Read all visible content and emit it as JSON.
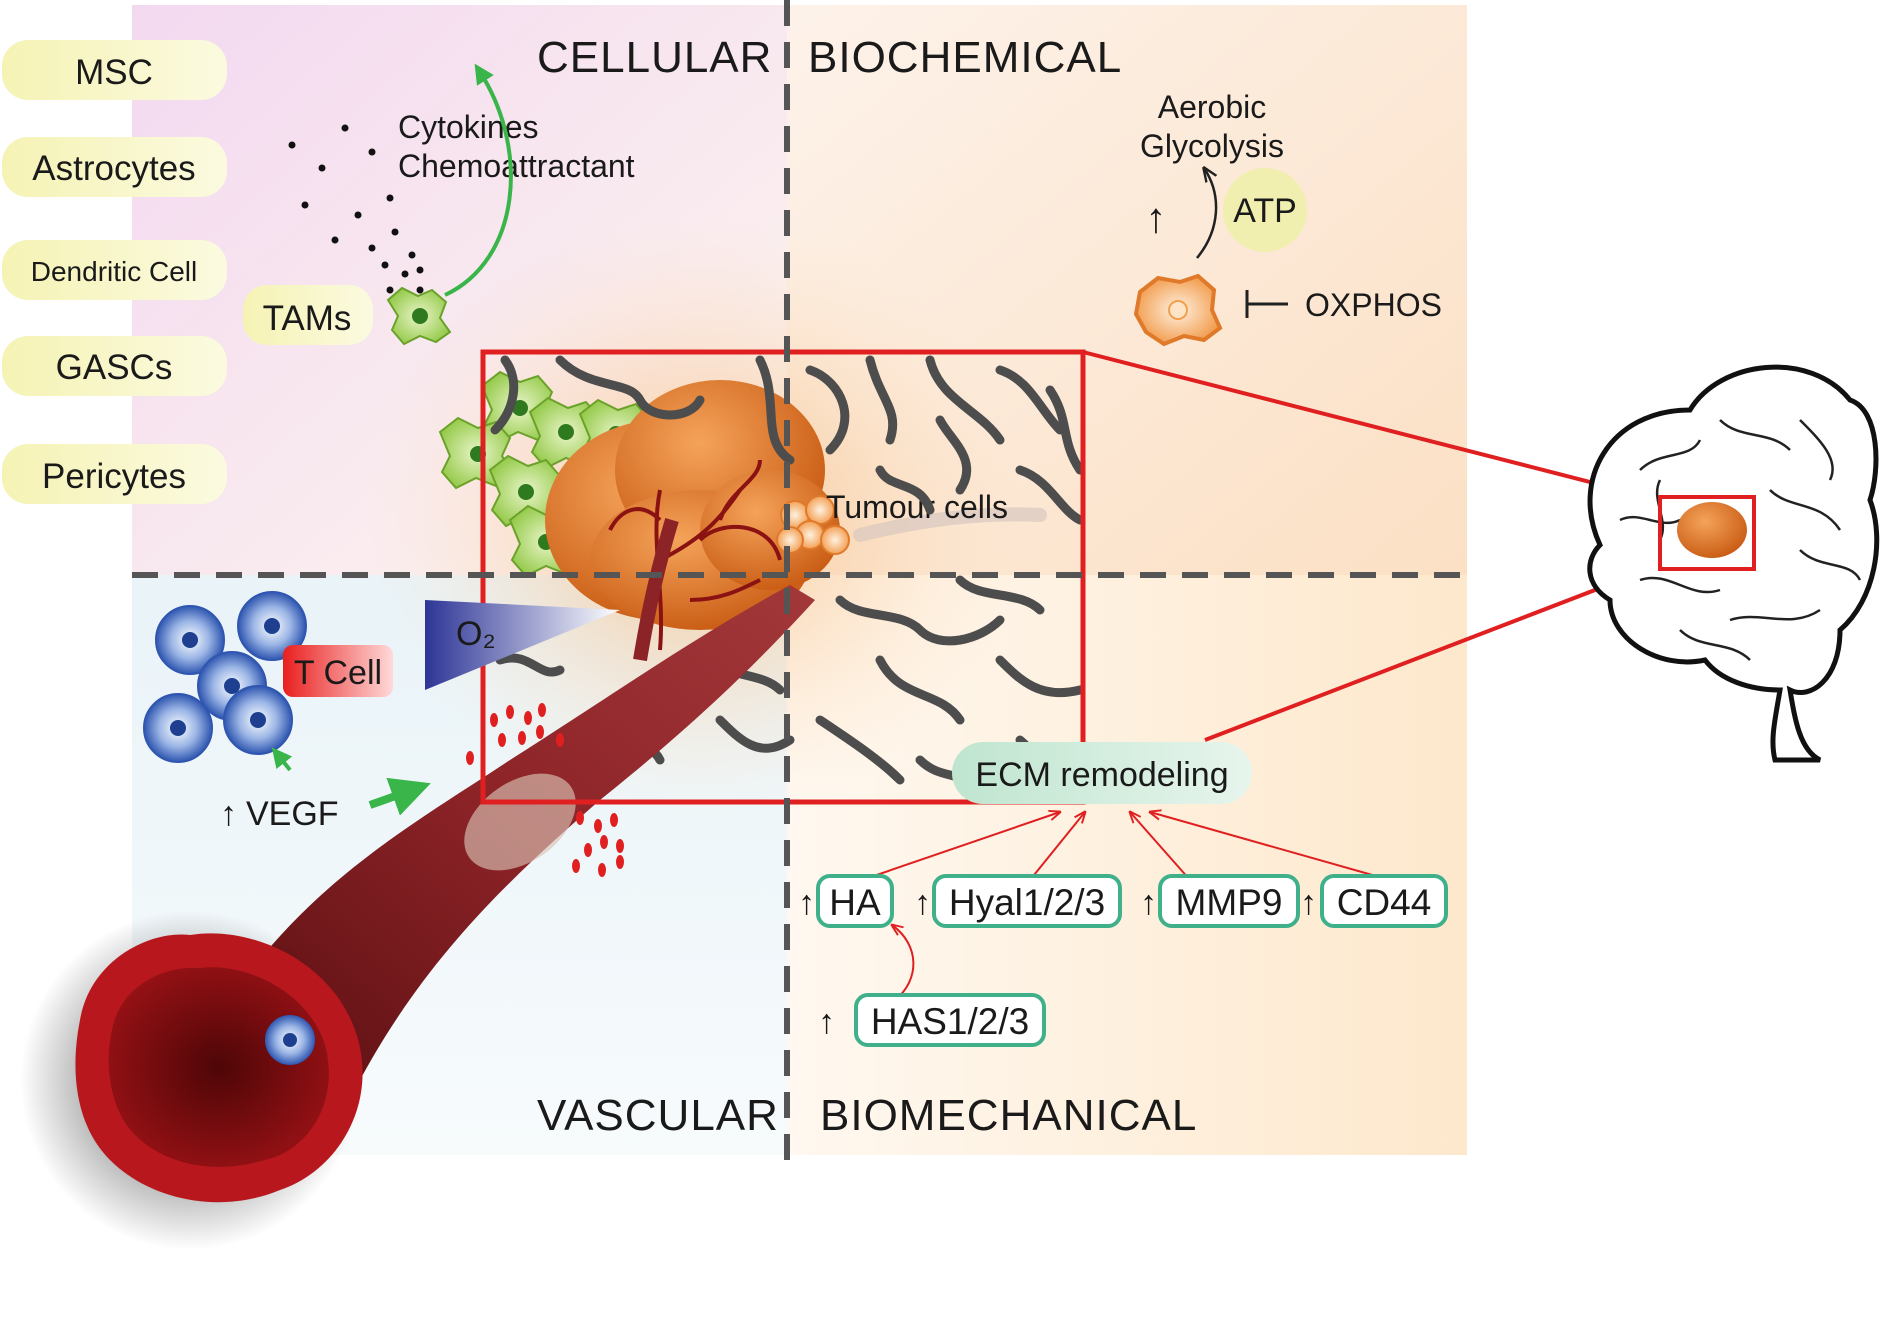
{
  "quadrants": {
    "cellular": "CELLULAR",
    "biochemical": "BIOCHEMICAL",
    "vascular": "VASCULAR",
    "biomechanical": "BIOMECHANICAL"
  },
  "cell_types": [
    "MSC",
    "Astrocytes",
    "Dendritic Cell",
    "GASCs",
    "Pericytes"
  ],
  "cellular": {
    "tams": "TAMs",
    "cytokines": "Cytokines",
    "chemoattractant": "Chemoattractant"
  },
  "biochemical": {
    "aerobic": "Aerobic",
    "glycolysis": "Glycolysis",
    "atp": "ATP",
    "oxphos": "OXPHOS",
    "up_arrow": "↑"
  },
  "tumour": {
    "label": "Tumour cells"
  },
  "vascular": {
    "t_cell": "T Cell",
    "o2": "O₂",
    "vegf": "VEGF",
    "up_arrow": "↑"
  },
  "biomechanical": {
    "ecm": "ECM remodeling",
    "up_arrow": "↑",
    "markers": [
      "HA",
      "Hyal1/2/3",
      "MMP9",
      "CD44"
    ],
    "has": "HAS1/2/3"
  },
  "colors": {
    "pill_yellow": "#f2efa0",
    "green_cell": "#8dc63f",
    "tumour_orange": "#e07a2a",
    "vessel_red": "#8b1a1a",
    "tcell_blue": "#2f56b0",
    "ecm_mint": "#cbead9",
    "marker_border": "#3fb08a",
    "frame_red": "#e02020",
    "divider_gray": "#555555"
  }
}
